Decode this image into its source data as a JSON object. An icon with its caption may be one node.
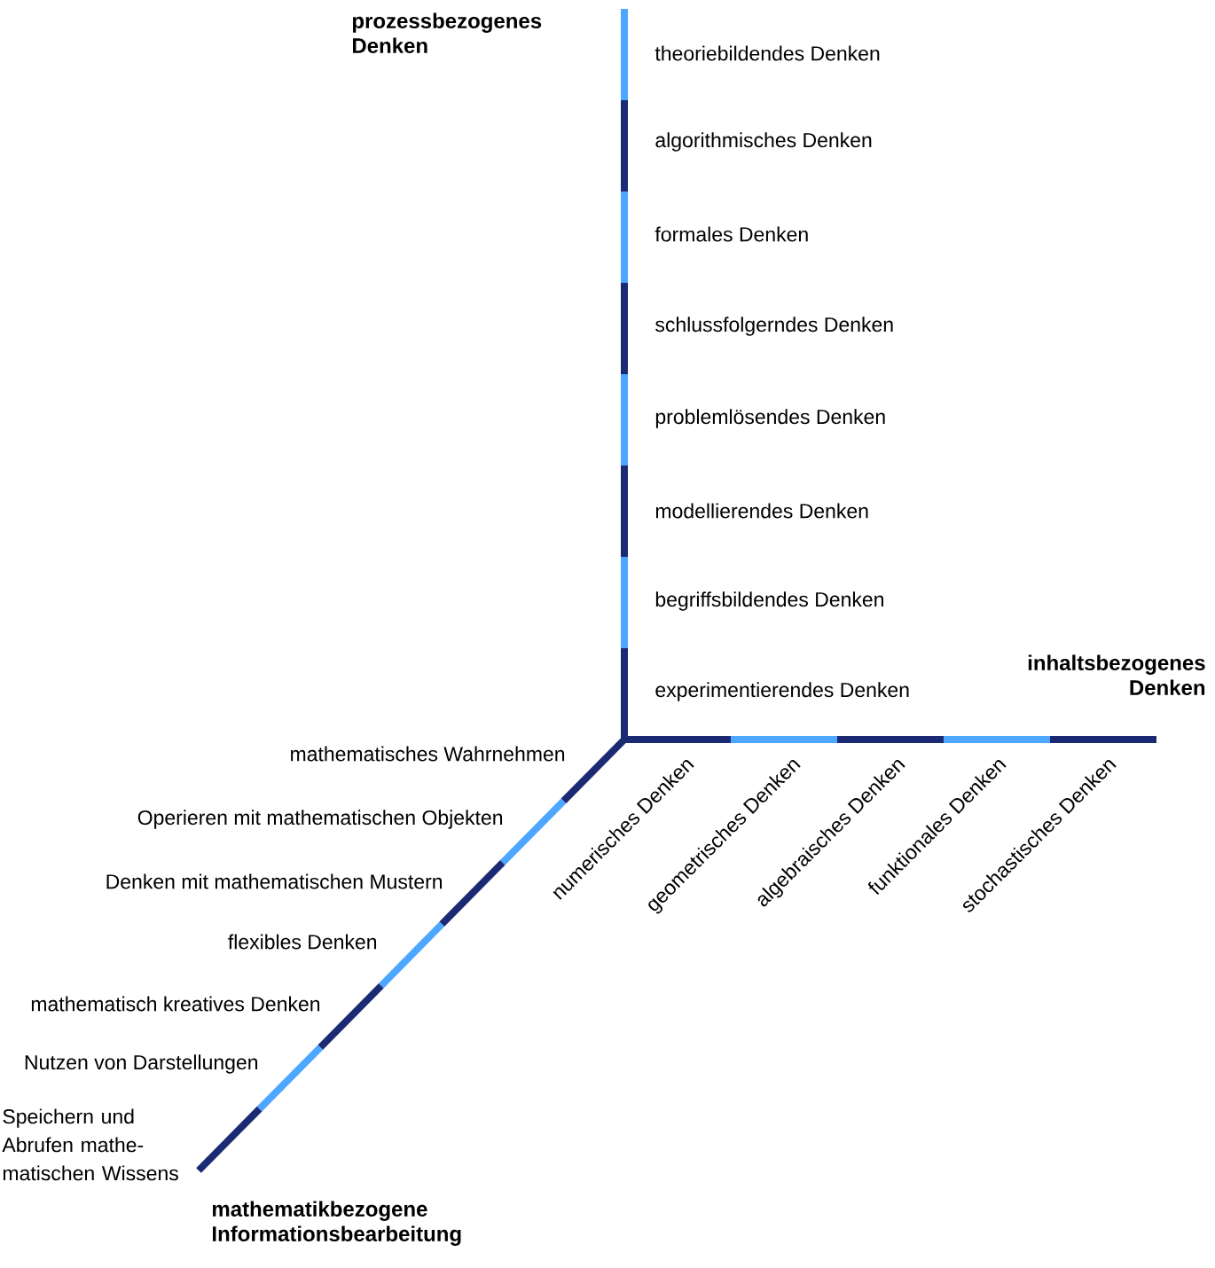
{
  "diagram": {
    "labels": [
      "prozessbezogenes Denken",
      "theoriebildendes Denken",
      "algorithmisches Denken",
      "formales Denken",
      "schlussfolgerndes Denken",
      "problemlösendes Denken",
      "modellierendes Denken",
      "begriffsbildendes Denken",
      "experimentierendes Denken",
      "inhaltsbezogenes Denken",
      "mathematisches Wahrnehmen",
      "Operieren mit mathematischen Objekten",
      "Denken mit mathematischen Mustern",
      "flexibles Denken",
      "mathematisch kreatives Denken",
      "Nutzen von Darstellungen",
      "Speichern und Abrufen mathe-matischen Wissens",
      "numerisches Denken",
      "geometrisches Denken",
      "algebraisches Denken",
      "funktionales Denken",
      "stochastisches Denken",
      "mathematikbezogene Informationsbearbeitung"
    ]
  }
}
